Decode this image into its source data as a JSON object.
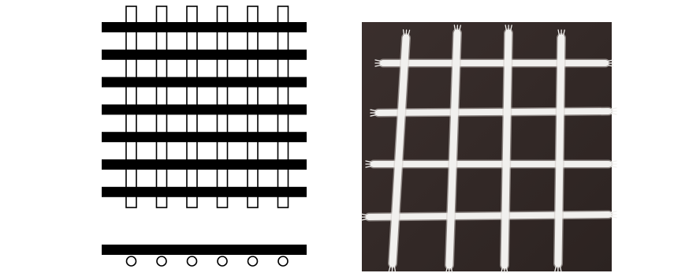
{
  "figure": {
    "panels": [
      {
        "id": "weave-schematic",
        "kind": "schematic",
        "top_view": {
          "vertical_strands": 6,
          "horizontal_bands": 7
        },
        "cross_section": {
          "bands": 1,
          "circular_strands": 6
        }
      },
      {
        "id": "grid-photo",
        "kind": "photograph",
        "vertical_strands": 4,
        "horizontal_strands": 4
      }
    ],
    "colors": {
      "ink": "#000000",
      "paper": "#ffffff",
      "photo_background": "#3a2f2d",
      "photo_background_dark": "#2c2321",
      "fiber": "#f1f0ee",
      "fiber_shadow": "#cfcac6"
    }
  }
}
